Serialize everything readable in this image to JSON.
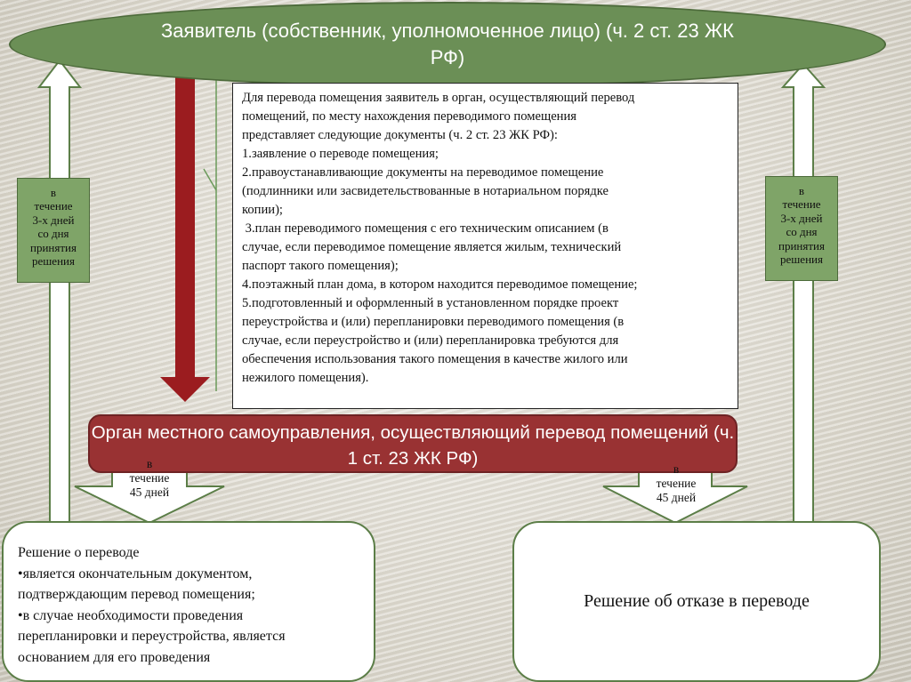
{
  "applicant": {
    "text": "Заявитель (собственник, уполномоченное лицо) (ч. 2 ст. 23 ЖК РФ)"
  },
  "documents": {
    "lines": [
      "Для перевода помещения заявитель в орган, осуществляющий перевод",
      "помещений, по месту нахождения переводимого помещения",
      "представляет следующие документы (ч. 2 ст. 23 ЖК РФ):",
      "1.заявление о переводе помещения;",
      "2.правоустанавливающие документы на переводимое помещение",
      "(подлинники или засвидетельствованные в нотариальном порядке",
      "копии);",
      " 3.план переводимого помещения с его техническим описанием (в",
      "случае, если переводимое помещение является жилым, технический",
      "паспорт такого помещения);",
      "4.поэтажный план дома, в котором находится переводимое помещение;",
      "5.подготовленный и оформленный в установленном порядке проект",
      "переустройства и (или) перепланировки переводимого помещения (в",
      "случае, если переустройство и (или) перепланировка требуются для",
      "обеспечения использования такого помещения в качестве жилого или",
      "нежилого помещения)."
    ]
  },
  "authority": {
    "text": "Орган местного самоуправления, осуществляющий перевод помещений (ч. 1 ст. 23 ЖК РФ)"
  },
  "side_labels": {
    "left": [
      "в",
      "течение",
      "3-х дней",
      "со дня",
      "принятия",
      "решения"
    ],
    "right": [
      "в",
      "течение",
      "3-х дней",
      "со дня",
      "принятия",
      "решения"
    ]
  },
  "down_labels": {
    "left": [
      "в",
      "течение",
      "45 дней"
    ],
    "right": [
      "в",
      "течение",
      "45 дней"
    ]
  },
  "approve": {
    "lines": [
      "Решение о переводе",
      "•является окончательным документом,",
      "подтверждающим перевод помещения;",
      "•в случае необходимости проведения",
      "перепланировки и переустройства, является",
      "основанием для его проведения"
    ]
  },
  "refuse": {
    "text": "Решение об отказе в переводе"
  },
  "colors": {
    "green": "#6b8f56",
    "green_light": "#7fa468",
    "dark_red": "#993233",
    "arrow_red": "#9b1c1f"
  }
}
